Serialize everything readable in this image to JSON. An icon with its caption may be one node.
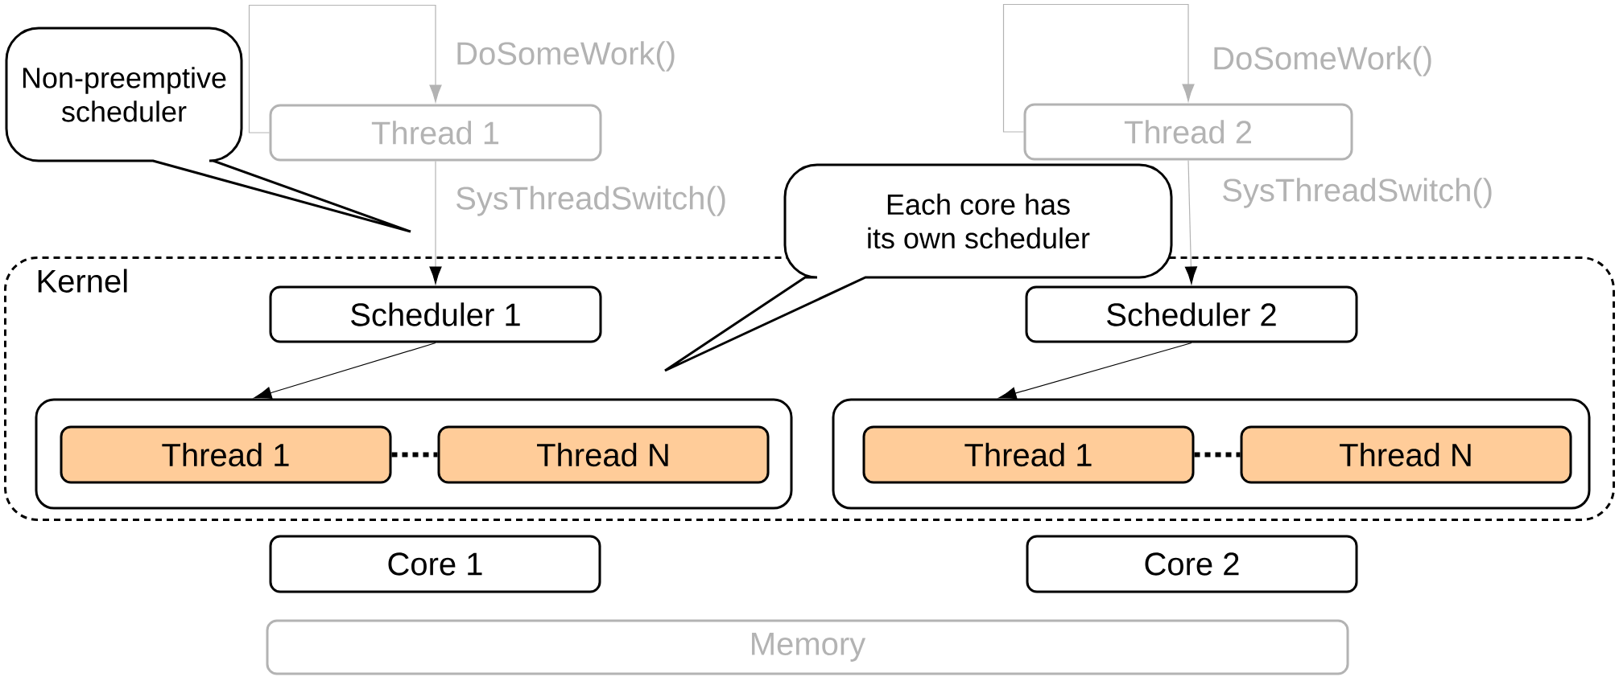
{
  "diagram": {
    "nodes": [
      {
        "text": [
          "Non-preemptive scheduler"
        ]
      },
      {
        "text": [
          "Thread 1"
        ]
      },
      {
        "text": [
          "Thread 2"
        ]
      },
      {
        "text": [
          "Kernel"
        ]
      },
      {
        "text": [
          "Scheduler 1"
        ],
        "in": 3
      },
      {
        "text": [
          "Scheduler 2"
        ],
        "in": 3
      },
      {
        "text": [
          "Each core has its own scheduler"
        ]
      },
      {
        "text": [],
        "shape": "box",
        "in": 3
      },
      {
        "text": [
          "Thread 1"
        ],
        "in": 7
      },
      {
        "text": [
          "Thread N"
        ],
        "in": 7
      },
      {
        "text": [],
        "shape": "box",
        "in": 3
      },
      {
        "text": [
          "Thread 1"
        ],
        "in": 10
      },
      {
        "text": [
          "Thread N"
        ],
        "in": 10
      },
      {
        "text": [
          "Core 1"
        ]
      },
      {
        "text": [
          "Core 2"
        ]
      },
      {
        "text": [
          "Memory"
        ]
      }
    ],
    "edges": [
      {
        "from": 1,
        "to": 1,
        "arrow": "to",
        "label": "DoSomeWork()",
        "color": "#b3b3b3"
      },
      {
        "from": 1,
        "to": 4,
        "arrow": "to",
        "label": "SysThreadSwitch()",
        "color": "#b3b3b3"
      },
      {
        "from": 2,
        "to": 2,
        "arrow": "to",
        "label": "DoSomeWork()",
        "color": "#b3b3b3"
      },
      {
        "from": 2,
        "to": 5,
        "arrow": "to",
        "label": "SysThreadSwitch()",
        "color": "#b3b3b3"
      },
      {
        "from": 4,
        "to": 7,
        "arrow": "to",
        "color": "#000000"
      },
      {
        "from": 5,
        "to": 10,
        "arrow": "to",
        "color": "#000000"
      },
      {
        "from": 8,
        "to": 9,
        "arrow": "none",
        "style": "dashed",
        "color": "#000000"
      },
      {
        "from": 11,
        "to": 12,
        "arrow": "none",
        "style": "dashed",
        "color": "#000000"
      }
    ]
  }
}
